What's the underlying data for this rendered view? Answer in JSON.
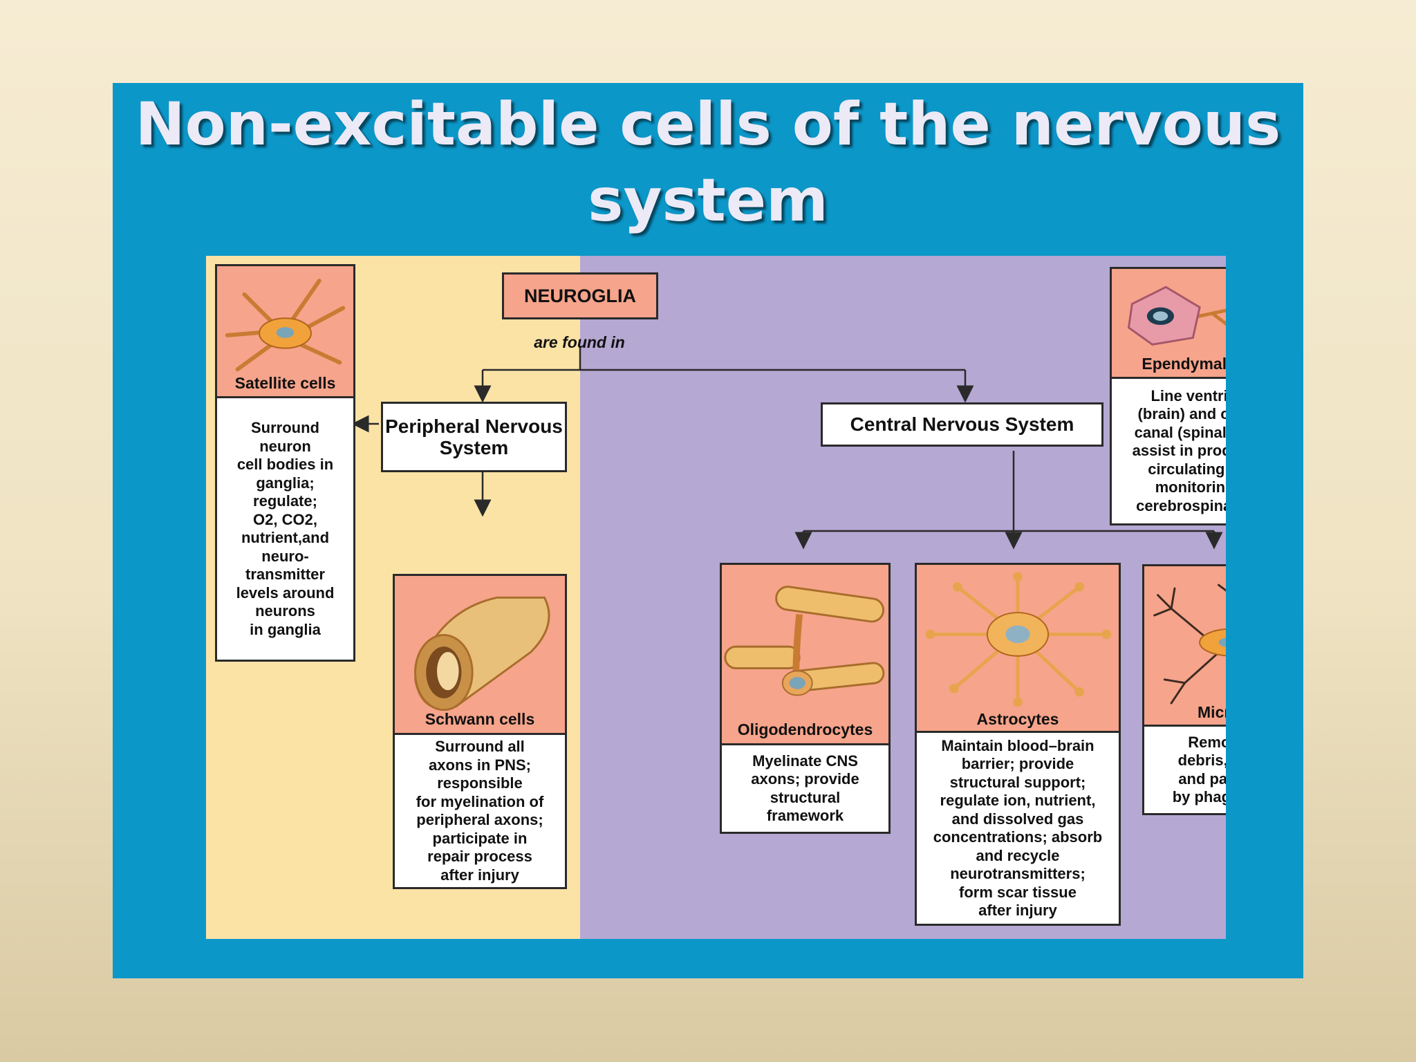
{
  "title": "Non-excitable cells of the nervous system",
  "root": {
    "label": "NEUROGLIA",
    "connector": "are found in"
  },
  "pns": {
    "label": "Peripheral Nervous System"
  },
  "cns": {
    "label": "Central Nervous System"
  },
  "cells": {
    "satellite": {
      "name": "Satellite cells",
      "desc": "Surround\nneuron\ncell bodies in\nganglia;\nregulate;\nO2, CO2,\nnutrient,and\nneuro-\ntransmitter\nlevels around\nneurons\nin ganglia"
    },
    "schwann": {
      "name": "Schwann cells",
      "desc": "Surround all\naxons in PNS;\nresponsible\nfor myelination of\nperipheral axons;\nparticipate in\nrepair process\nafter injury"
    },
    "ependymal": {
      "name": "Ependymal cells",
      "desc": "Line ventricles\n(brain) and central\ncanal (spinal cord);\nassist in producing,\ncirculating, and\nmonitoring of\ncerebrospinal fluid"
    },
    "oligodendrocytes": {
      "name": "Oligodendrocytes",
      "desc": "Myelinate CNS\naxons; provide\nstructural\nframework"
    },
    "astrocytes": {
      "name": "Astrocytes",
      "desc": "Maintain blood–brain\nbarrier; provide\nstructural support;\nregulate ion, nutrient,\nand dissolved gas\nconcentrations; absorb\nand recycle\nneurotransmitters;\nform scar tissue\nafter injury"
    },
    "microglia": {
      "name": "Microglia",
      "desc": "Remove cell\ndebris, wastes,\nand pathogens\nby phagocytosis"
    }
  },
  "colors": {
    "slide_background": "#0c97c9",
    "pns_region": "#fbe3a6",
    "cns_region": "#b5a8d3",
    "cell_image": "#f6a48b",
    "title_text": "#eceaf6"
  }
}
